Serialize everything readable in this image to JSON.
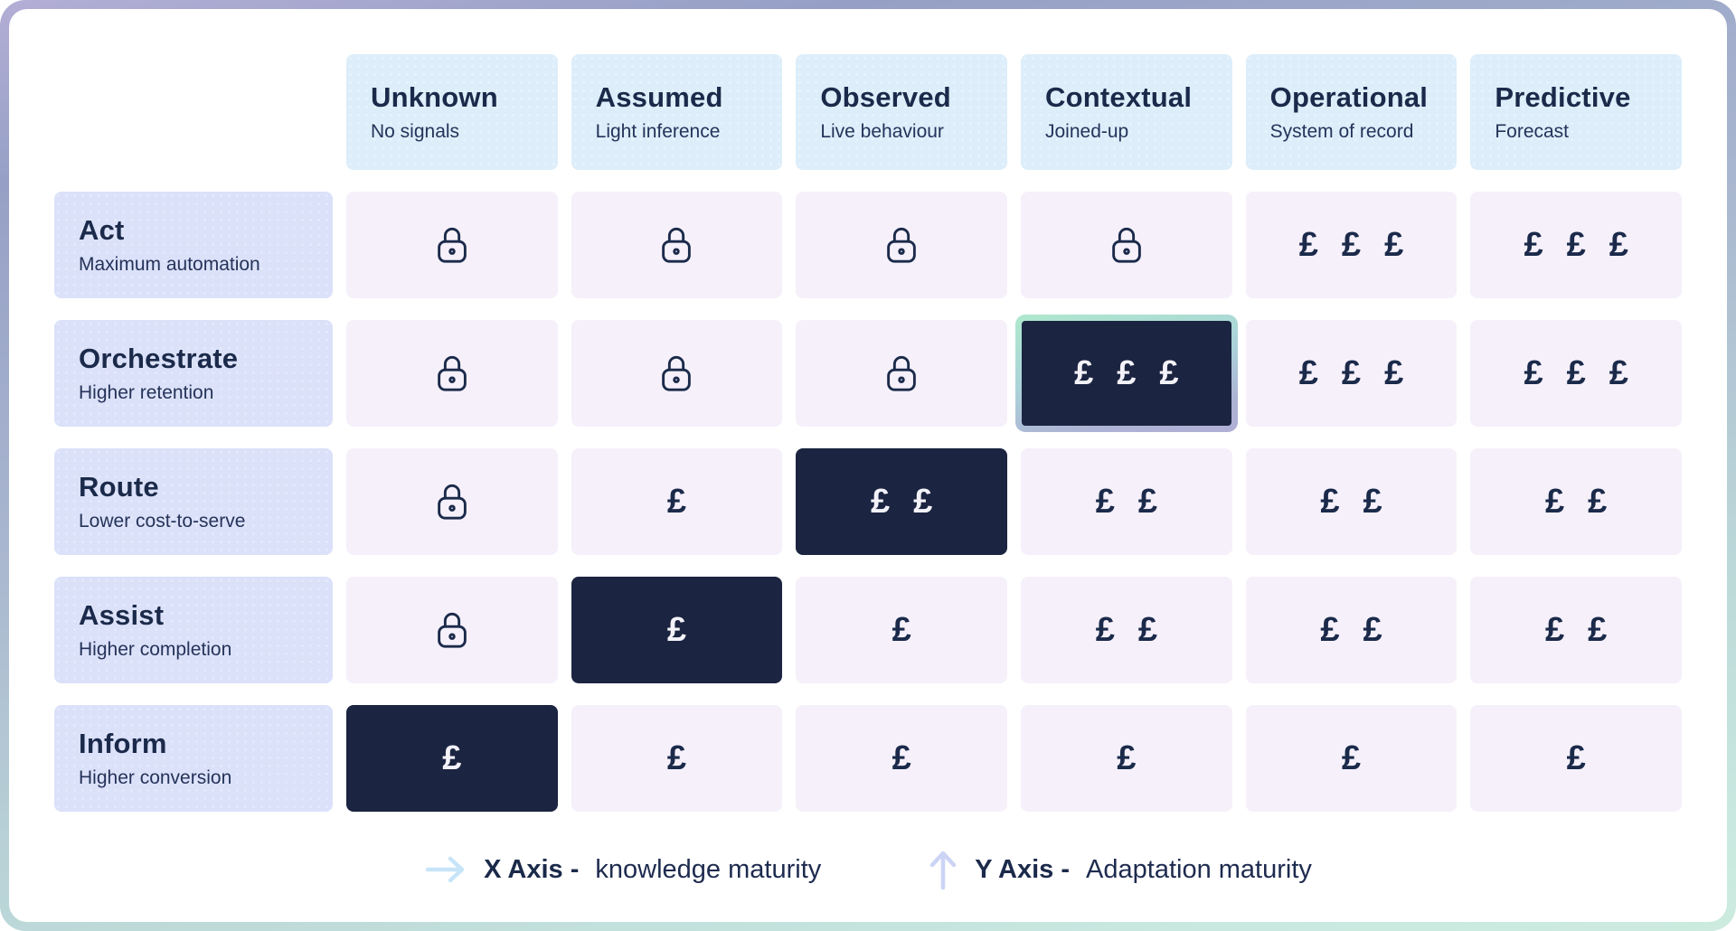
{
  "columns": [
    {
      "label": "Unknown",
      "sublabel": "No signals"
    },
    {
      "label": "Assumed",
      "sublabel": "Light inference"
    },
    {
      "label": "Observed",
      "sublabel": "Live behaviour"
    },
    {
      "label": "Contextual",
      "sublabel": "Joined-up"
    },
    {
      "label": "Operational",
      "sublabel": "System of record"
    },
    {
      "label": "Predictive",
      "sublabel": "Forecast"
    }
  ],
  "rows": [
    {
      "label": "Act",
      "sublabel": "Maximum automation",
      "cells": [
        {
          "content": "lock"
        },
        {
          "content": "lock"
        },
        {
          "content": "lock"
        },
        {
          "content": "lock"
        },
        {
          "content": "pounds",
          "count": 3,
          "variant": "light"
        },
        {
          "content": "pounds",
          "count": 3,
          "variant": "light"
        }
      ]
    },
    {
      "label": "Orchestrate",
      "sublabel": "Higher retention",
      "cells": [
        {
          "content": "lock"
        },
        {
          "content": "lock"
        },
        {
          "content": "lock"
        },
        {
          "content": "pounds",
          "count": 3,
          "variant": "highlighted"
        },
        {
          "content": "pounds",
          "count": 3,
          "variant": "light"
        },
        {
          "content": "pounds",
          "count": 3,
          "variant": "light"
        }
      ]
    },
    {
      "label": "Route",
      "sublabel": "Lower cost-to-serve",
      "cells": [
        {
          "content": "lock"
        },
        {
          "content": "pounds",
          "count": 1,
          "variant": "light"
        },
        {
          "content": "pounds",
          "count": 2,
          "variant": "dark"
        },
        {
          "content": "pounds",
          "count": 2,
          "variant": "light"
        },
        {
          "content": "pounds",
          "count": 2,
          "variant": "light"
        },
        {
          "content": "pounds",
          "count": 2,
          "variant": "light"
        }
      ]
    },
    {
      "label": "Assist",
      "sublabel": "Higher completion",
      "cells": [
        {
          "content": "lock"
        },
        {
          "content": "pounds",
          "count": 1,
          "variant": "dark"
        },
        {
          "content": "pounds",
          "count": 1,
          "variant": "light"
        },
        {
          "content": "pounds",
          "count": 2,
          "variant": "light"
        },
        {
          "content": "pounds",
          "count": 2,
          "variant": "light"
        },
        {
          "content": "pounds",
          "count": 2,
          "variant": "light"
        }
      ]
    },
    {
      "label": "Inform",
      "sublabel": "Higher conversion",
      "cells": [
        {
          "content": "pounds",
          "count": 1,
          "variant": "dark"
        },
        {
          "content": "pounds",
          "count": 1,
          "variant": "light"
        },
        {
          "content": "pounds",
          "count": 1,
          "variant": "light"
        },
        {
          "content": "pounds",
          "count": 1,
          "variant": "light"
        },
        {
          "content": "pounds",
          "count": 1,
          "variant": "light"
        },
        {
          "content": "pounds",
          "count": 1,
          "variant": "light"
        }
      ]
    }
  ],
  "legend": {
    "x_label": "X Axis -",
    "x_text": "knowledge maturity",
    "y_label": "Y Axis -",
    "y_text": "Adaptation maturity"
  },
  "symbols": {
    "pound": "£"
  },
  "colors": {
    "column_header_bg": "#ddeefa",
    "row_header_bg": "#dbe1f9",
    "cell_light_bg": "#f5f0fa",
    "cell_dark_bg": "#1b2440",
    "text_navy": "#1b2a4a",
    "pound_on_dark": "#f3f2f9",
    "frame_gradient_top": "#96a0c6",
    "frame_gradient_bottom": "#cdebdf",
    "highlight_gradient_mint": "#aee8cd",
    "highlight_gradient_lavender": "#b1aed6",
    "x_arrow": "#c7e4f8",
    "y_arrow": "#ccd4f6"
  }
}
